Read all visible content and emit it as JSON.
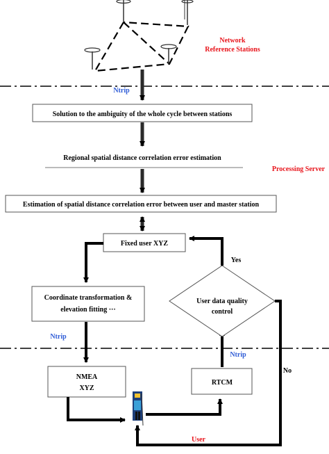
{
  "labels": {
    "network_reference_stations": [
      "Network",
      "Reference Stations"
    ],
    "ntrip_top": "Ntrip",
    "processing_server": "Processing Server",
    "ntrip_left": "Ntrip",
    "ntrip_right": "Ntrip",
    "yes": "Yes",
    "no": "No",
    "user": "User"
  },
  "boxes": {
    "ambiguity": "Solution to the ambiguity of the whole cycle between stations",
    "regional": "Regional spatial distance correlation error estimation",
    "estimation": "Estimation of spatial distance correlation error between user and master station",
    "fixed_user": "Fixed user XYZ",
    "coordinate": [
      "Coordinate transformation &",
      "elevation fitting ···"
    ],
    "quality": [
      "User data quality",
      "control"
    ],
    "nmea": [
      "NMEA",
      "XYZ"
    ],
    "rtcm": "RTCM"
  },
  "colors": {
    "red": "#e8141b",
    "blue": "#2e5bd6",
    "arrow": "#000000",
    "arrow_shaft": "#2a2a2a"
  }
}
